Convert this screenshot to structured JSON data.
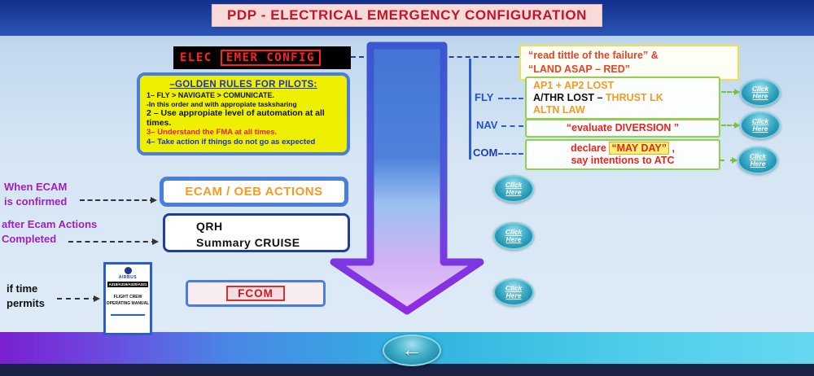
{
  "header": {
    "title": "PDP - ELECTRICAL EMERGENCY CONFIGURATION"
  },
  "ecam_display": {
    "prefix": "ELEC",
    "boxed": "EMER CONFIG"
  },
  "failure_note": {
    "line1": "“read tittle of the failure” &",
    "line2": "“LAND ASAP – RED”"
  },
  "golden_rules": {
    "title": "–GOLDEN RULES FOR PILOTS:",
    "rule1": "1– FLY > NAVIGATE > COMUNICATE.",
    "rule1_sub": "-In this order and with appropiate tasksharing",
    "rule2": "2 – Use appropiate level of automation at all times.",
    "rule3": "3– Understand the FMA at all times.",
    "rule4": "4– Take action if things do not go as expected"
  },
  "axis": {
    "fly": "FLY",
    "nav": "NAV",
    "com": "COM"
  },
  "fly_box": {
    "line1": "AP1 + AP2 LOST",
    "line2_black": "A/THR LOST – ",
    "line2_orange": "THRUST LK",
    "line3": "ALTN LAW"
  },
  "nav_box": {
    "text": "“evaluate DIVERSION ”"
  },
  "com_box": {
    "declare": "declare ",
    "mayday": "“MAY DAY”",
    "comma": " ,",
    "line2": "say intentions to ATC"
  },
  "notes": {
    "ecam_line1": "When ECAM",
    "ecam_line2": "is confirmed",
    "qrh_line1": "after Ecam Actions",
    "qrh_line2": "Completed",
    "fcom_line1": "if time",
    "fcom_line2": "permits"
  },
  "boxes": {
    "ecam": "ECAM / OEB ACTIONS",
    "qrh_line1": "QRH",
    "qrh_line2": "Summary CRUISE",
    "fcom": "FCOM"
  },
  "manual": {
    "brand": "AIRBUS",
    "models": "A318/A319/A320/A321",
    "title_line1": "FLIGHT CREW",
    "title_line2": "OPERATING MANUAL"
  },
  "click_button": {
    "line1": "Click",
    "line2": "Here"
  },
  "icons": {
    "back_arrow": "←"
  },
  "colors": {
    "accent_blue": "#4a7de0",
    "orange": "#f59a23",
    "red": "#e02020",
    "purple": "#a020c0",
    "teal": "#1e8fae",
    "green_border": "#92d050",
    "yellow_note": "#eef000"
  }
}
